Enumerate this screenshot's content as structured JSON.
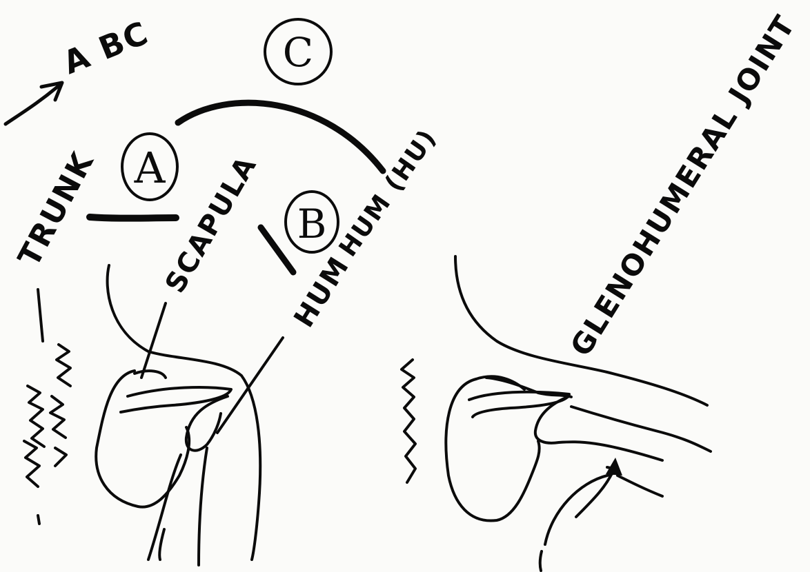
{
  "annotations": {
    "abc": "A BC",
    "trunk": "TRUNK",
    "scapula": "SCAPULA",
    "humerus_upper": "HUM (HU)",
    "humerus_lower": "HUM",
    "glenohumeral": "GLENOHUMERAL JOINT"
  },
  "circled_labels": {
    "a": "A",
    "b": "B",
    "c": "C"
  },
  "colors": {
    "ink": "#0b0b0b",
    "paper": "#fbfbf9"
  }
}
